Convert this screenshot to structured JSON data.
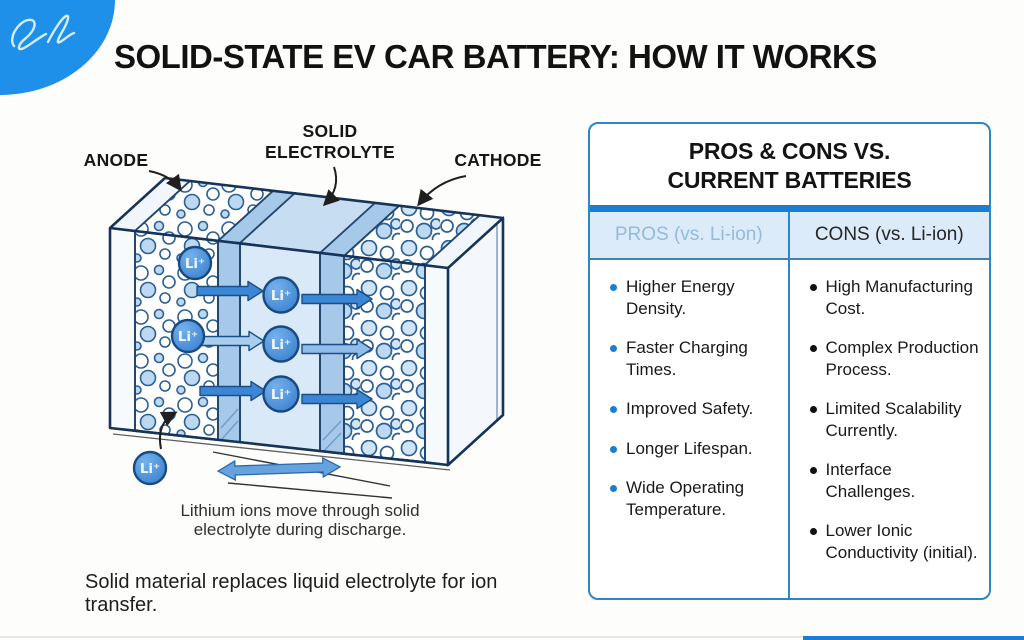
{
  "page": {
    "title": "SOLID-STATE EV CAR BATTERY: HOW IT WORKS"
  },
  "colors": {
    "accent_blue": "#1a7fd2",
    "logo_blue": "#1e90ea",
    "sketch_navy": "#16335a",
    "panel_border": "#2e86c6",
    "header_bg": "#dcebf9",
    "pros_header_text": "#92bbdb"
  },
  "diagram": {
    "labels": {
      "anode": "ANODE",
      "electrolyte_line1": "SOLID",
      "electrolyte_line2": "ELECTROLYTE",
      "cathode": "CATHODE"
    },
    "ion_label": "Li⁺",
    "caption_line1": "Lithium ions move through solid",
    "caption_line2": "electrolyte during discharge.",
    "footnote": "Solid material replaces liquid electrolyte for ion transfer."
  },
  "panel": {
    "title_line1": "PROS & CONS VS.",
    "title_line2": "CURRENT BATTERIES",
    "pros": {
      "header": "PROS (vs. Li-ion)",
      "items": [
        "Higher Energy\nDensity.",
        "Faster Charging\nTimes.",
        "Improved Safety.",
        "Longer Lifespan.",
        "Wide Operating\nTemperature."
      ]
    },
    "cons": {
      "header": "CONS (vs. Li-ion)",
      "items": [
        "High Manufacturing\nCost.",
        "Complex Production\nProcess.",
        "Limited Scalability\nCurrently.",
        "Interface\nChallenges.",
        "Lower Ionic\nConductivity (initial)."
      ]
    }
  }
}
